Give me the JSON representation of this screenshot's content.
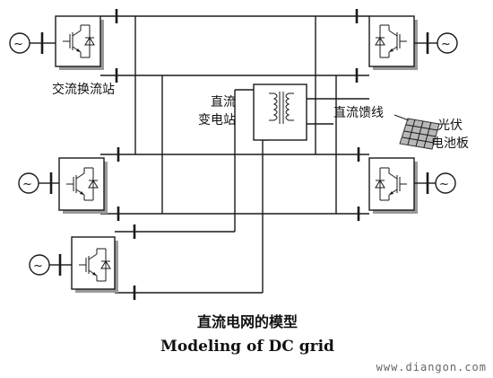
{
  "labels": {
    "converter_station": "交流换流站",
    "dc_substation_line1": "直流",
    "dc_substation_line2": "变电站",
    "dc_feeder": "直流馈线",
    "pv_line1": "光伏",
    "pv_line2": "电池板"
  },
  "caption": {
    "cn": "直流电网的模型",
    "en": "Modeling of DC grid"
  },
  "watermark": "www.diangon.com",
  "icons": {
    "ac_source": "ac-source-sine-circle",
    "converter": "igbt-diode-converter",
    "transformer": "dc-transformer",
    "pv": "solar-panel"
  }
}
